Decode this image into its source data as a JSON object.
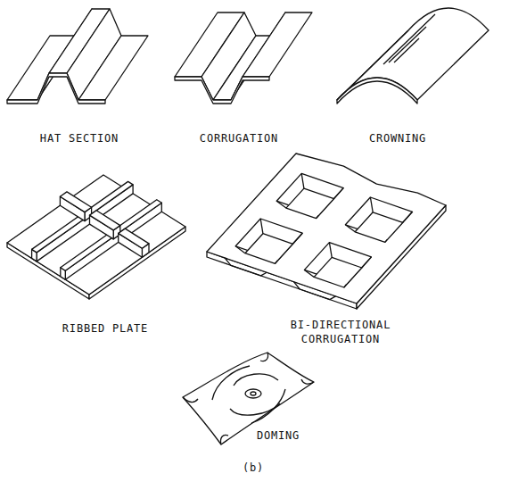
{
  "diagram": {
    "labels": [
      "HAT SECTION",
      "CORRUGATION",
      "CROWNING",
      "RIBBED PLATE",
      "BI-DIRECTIONAL CORRUGATION",
      "DOMING",
      "(b)"
    ]
  }
}
